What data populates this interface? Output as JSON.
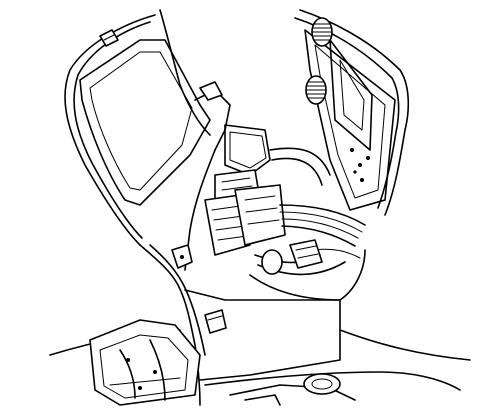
{
  "figure": {
    "icons": [
      "radio-console-bezel",
      "wiring-harness",
      "electrical-connector",
      "harness-clip"
    ]
  }
}
